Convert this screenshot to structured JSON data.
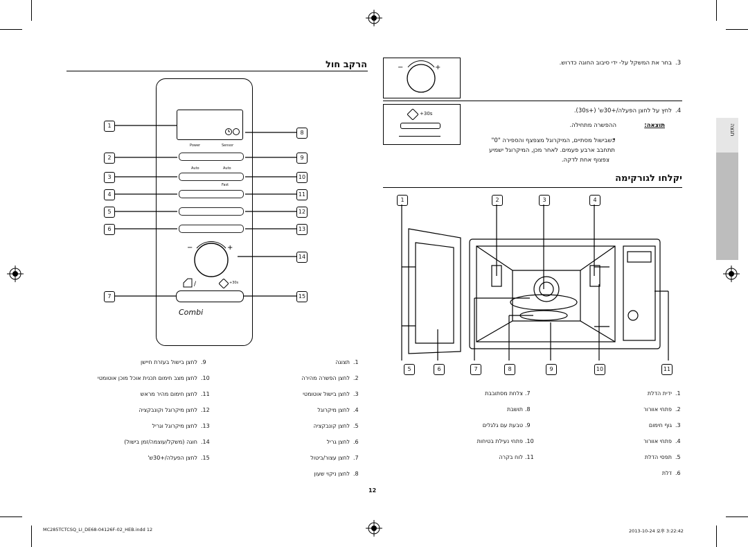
{
  "header_title": "הרקב חול",
  "section2_title": "יקלחו לגורקימה",
  "side_tab_label": "תגצה",
  "step3": {
    "num": ".3",
    "text": "בחר את המשקל על- ידי סיבוב החוגה כדרוש."
  },
  "step4": {
    "num": ".4",
    "text": "לחץ על לחצן הפעלה/+30ש' (",
    "icon_label": "+30s",
    "tail": ")."
  },
  "knob_minus": "−",
  "knob_plus": "+",
  "start_button_label": "+30s",
  "note": {
    "title": "תוצאה:",
    "line0": "ההפשרה מתחילה.",
    "bullet1": "כשבישול מסתיים, המיקרוגל מצפצף והספירה \"0\"",
    "bullet2": "תתחבב ארבע פעמים. לאחר מכן, המיקרוגל ישמיע",
    "bullet3": "צפצוף אחת לדקה."
  },
  "panel": {
    "combi_label": "Combi",
    "left_callouts": [
      "1",
      "2",
      "3",
      "4",
      "5",
      "6",
      "7"
    ],
    "right_callouts": [
      "8",
      "9",
      "10",
      "11",
      "12",
      "13",
      "14",
      "15"
    ],
    "btn_labels": [
      "Power",
      "Sensor",
      "Auto",
      "Auto",
      "Fast",
      "",
      "",
      "",
      "",
      ""
    ],
    "start_label": "+30s"
  },
  "oven_callouts_top": [
    "1",
    "2",
    "3",
    "4"
  ],
  "oven_callouts_bottom": [
    "5",
    "6",
    "7",
    "8",
    "9",
    "10",
    "11"
  ],
  "panel_list_right": [
    {
      "n": ".1",
      "t": "תצוגה"
    },
    {
      "n": ".2",
      "t": "לחצן הפשרה מהירה"
    },
    {
      "n": ".3",
      "t": "לחצן בישול אוטומטי"
    },
    {
      "n": ".4",
      "t": "לחצן מיקרוגל"
    },
    {
      "n": ".5",
      "t": "לחצן קונבקציה"
    },
    {
      "n": ".6",
      "t": "לחצן גריל"
    },
    {
      "n": ".7",
      "t": "לחצן עצור/ביטול"
    },
    {
      "n": ".8",
      "t": "לחצן ניקוי שעון"
    }
  ],
  "panel_list_left": [
    {
      "n": ".9",
      "t": "לחצן בישול בעזרת חיישן"
    },
    {
      "n": ".10",
      "t": "לחצן מצב חימום תכנית אוכל מוכן אוטומטי"
    },
    {
      "n": ".11",
      "t": "לחצן חימום מהיר מראש"
    },
    {
      "n": ".12",
      "t": "לחצן מיקרוגל וקונבקציה"
    },
    {
      "n": ".13",
      "t": "לחצן מיקרוגל וגריל"
    },
    {
      "n": ".14",
      "t": "חוגה (משקל/עוצמה/זמן בישול)"
    },
    {
      "n": ".15",
      "t": "לחצן הפעלה/+30ש'"
    }
  ],
  "oven_list_right": [
    {
      "n": ".1",
      "t": "ידית הדלת"
    },
    {
      "n": ".2",
      "t": "פתחי אוורור"
    },
    {
      "n": ".3",
      "t": "גוף חימום"
    },
    {
      "n": ".4",
      "t": "פתחי אוורור"
    },
    {
      "n": ".5",
      "t": "תפסי הדלת"
    },
    {
      "n": ".6",
      "t": "דלת"
    }
  ],
  "oven_list_left": [
    {
      "n": ".7",
      "t": "צלחת מסתובבת"
    },
    {
      "n": ".8",
      "t": "תושבת"
    },
    {
      "n": ".9",
      "t": "טבעת עם גלגלים"
    },
    {
      "n": ".10",
      "t": "פתחי נעילת בטיחות"
    },
    {
      "n": ".11",
      "t": "לוח בקרה"
    }
  ],
  "page_number": "12",
  "footer_left": "MC285TCTCSQ_LI_DE68-04126F-02_HEB.indd   12",
  "footer_right": "2013-10-24   오후 3:22:42",
  "colors": {
    "tab_gray": "#bdbdbd",
    "tab_light": "#e6e6e6",
    "rule": "#000000"
  }
}
